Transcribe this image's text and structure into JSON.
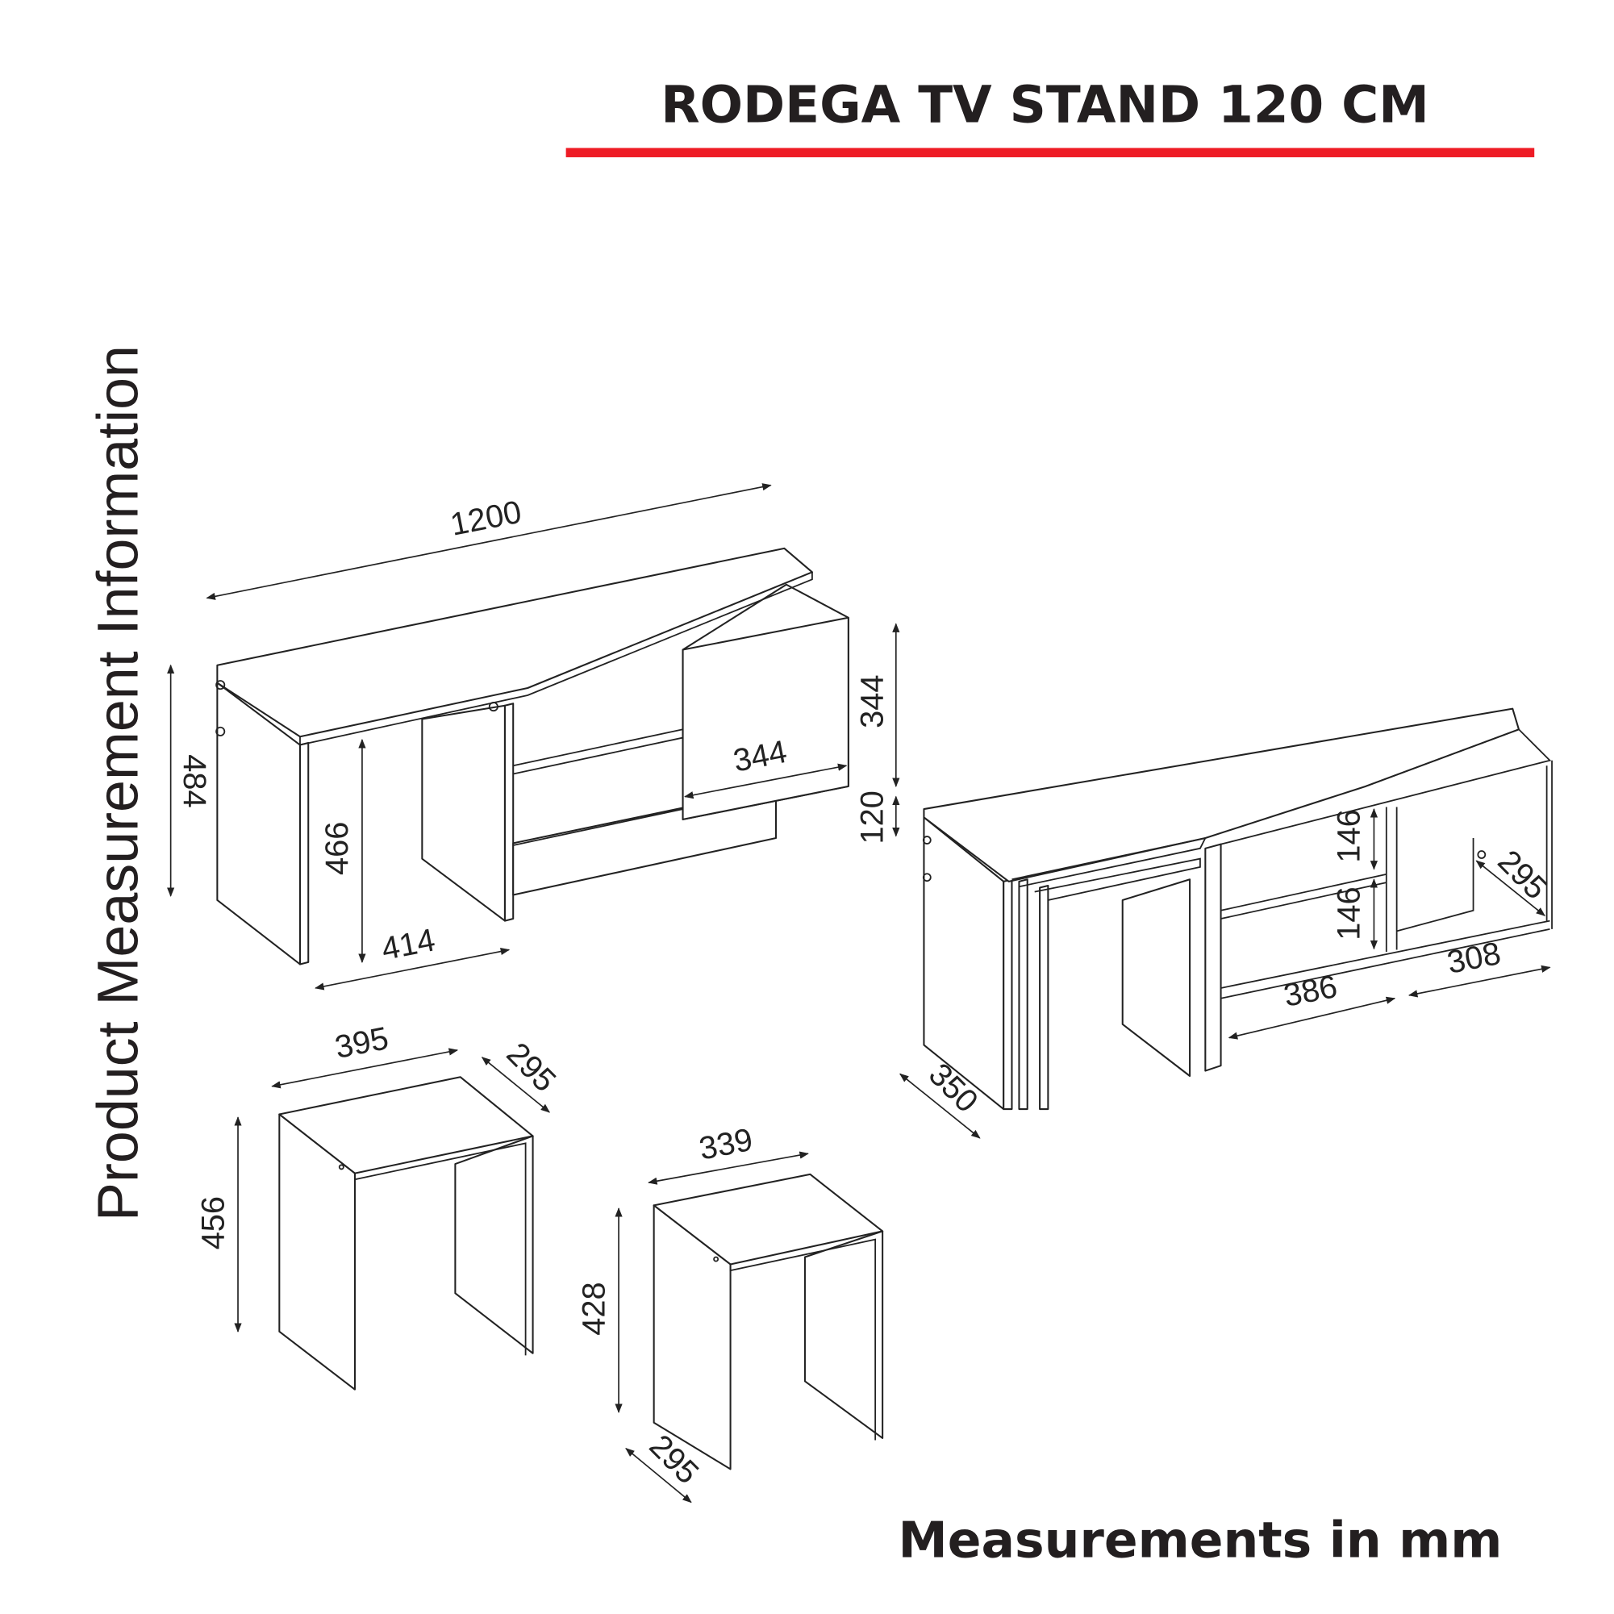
{
  "header": {
    "title": "RODEGA TV STAND 120 CM",
    "accent_color": "#ee1c25"
  },
  "side_label": "Product Measurement Information",
  "footer": "Measurements in mm",
  "tv_stand_closed": {
    "width": "1200",
    "height": "484",
    "inner_height": "466",
    "left_section_width": "414",
    "door_width": "344",
    "door_height": "344",
    "plinth_height": "120"
  },
  "tv_stand_open": {
    "depth": "350",
    "shelf_height_top": "146",
    "shelf_height_bottom": "146",
    "shelf_depth": "295",
    "shelf_width_left": "386",
    "shelf_width_right": "308"
  },
  "stool_large": {
    "width": "395",
    "depth": "295",
    "height": "456"
  },
  "stool_small": {
    "width": "339",
    "depth": "295",
    "height": "428"
  }
}
